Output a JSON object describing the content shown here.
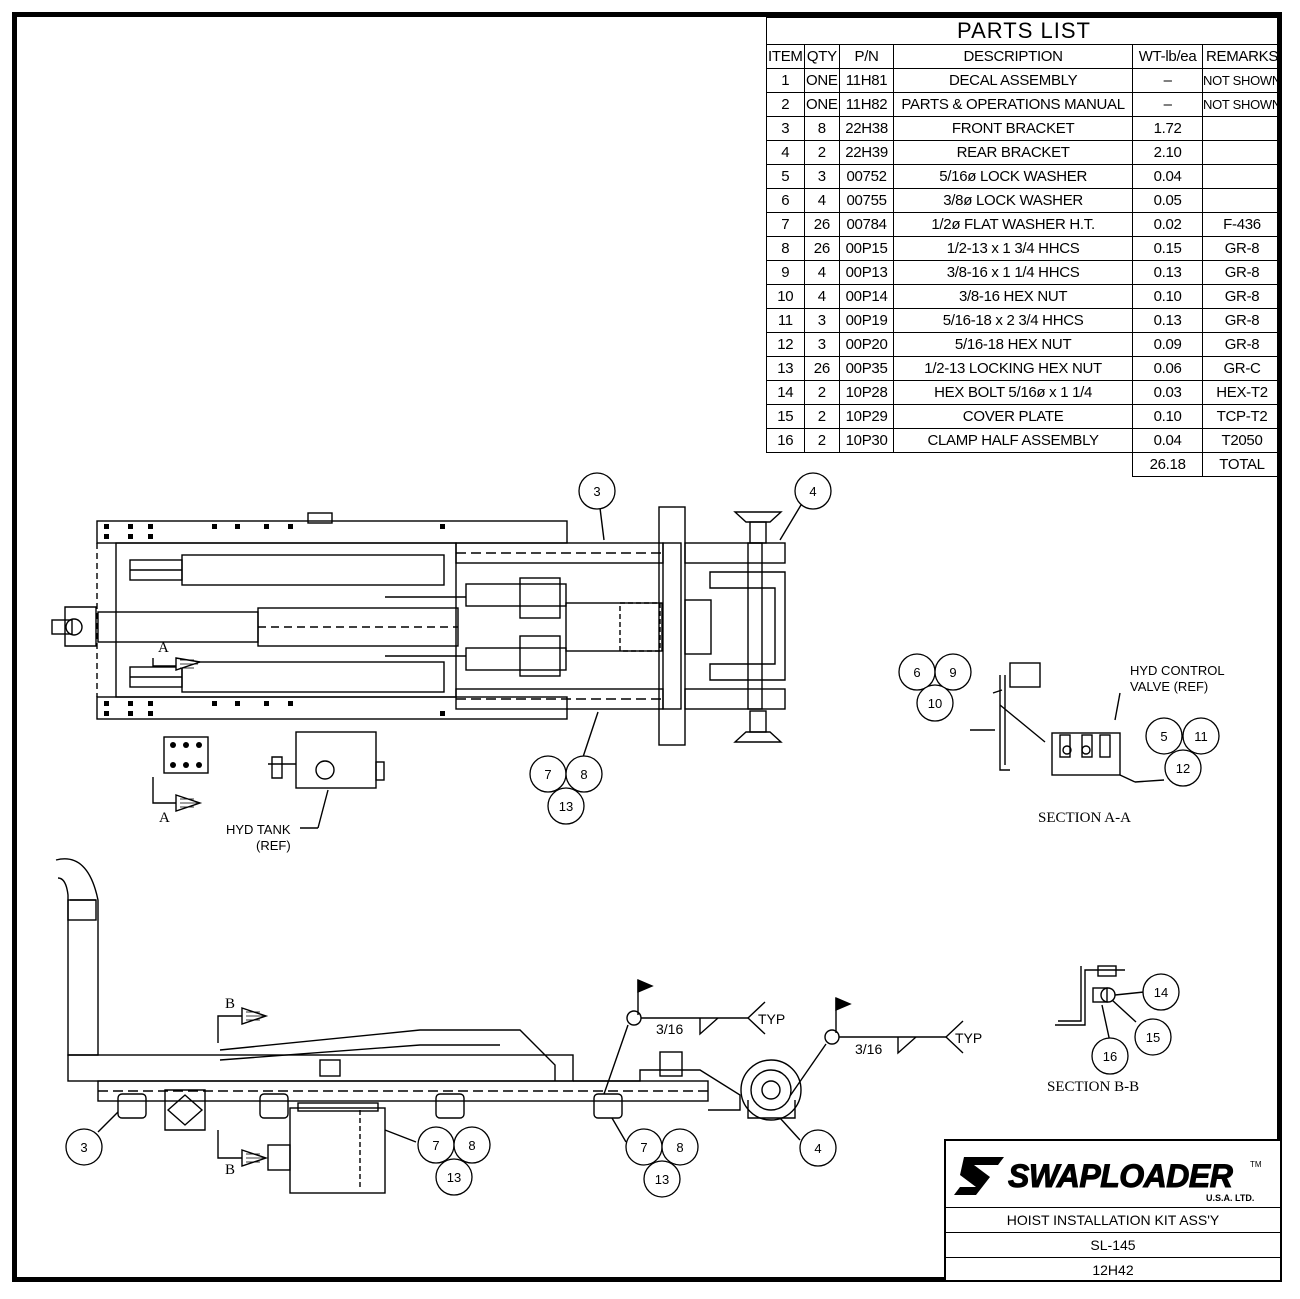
{
  "parts_list": {
    "title": "PARTS LIST",
    "columns": [
      "ITEM",
      "QTY",
      "P/N",
      "DESCRIPTION",
      "WT-lb/ea",
      "REMARKS"
    ],
    "rows": [
      [
        "1",
        "ONE",
        "11H81",
        "DECAL ASSEMBLY",
        "–",
        "NOT SHOWN"
      ],
      [
        "2",
        "ONE",
        "11H82",
        "PARTS & OPERATIONS MANUAL",
        "–",
        "NOT SHOWN"
      ],
      [
        "3",
        "8",
        "22H38",
        "FRONT BRACKET",
        "1.72",
        ""
      ],
      [
        "4",
        "2",
        "22H39",
        "REAR BRACKET",
        "2.10",
        ""
      ],
      [
        "5",
        "3",
        "00752",
        "5/16ø LOCK WASHER",
        "0.04",
        ""
      ],
      [
        "6",
        "4",
        "00755",
        "3/8ø LOCK WASHER",
        "0.05",
        ""
      ],
      [
        "7",
        "26",
        "00784",
        "1/2ø FLAT WASHER H.T.",
        "0.02",
        "F-436"
      ],
      [
        "8",
        "26",
        "00P15",
        "1/2-13 x 1 3/4 HHCS",
        "0.15",
        "GR-8"
      ],
      [
        "9",
        "4",
        "00P13",
        "3/8-16 x 1 1/4 HHCS",
        "0.13",
        "GR-8"
      ],
      [
        "10",
        "4",
        "00P14",
        "3/8-16 HEX NUT",
        "0.10",
        "GR-8"
      ],
      [
        "11",
        "3",
        "00P19",
        "5/16-18 x 2 3/4 HHCS",
        "0.13",
        "GR-8"
      ],
      [
        "12",
        "3",
        "00P20",
        "5/16-18 HEX NUT",
        "0.09",
        "GR-8"
      ],
      [
        "13",
        "26",
        "00P35",
        "1/2-13 LOCKING HEX NUT",
        "0.06",
        "GR-C"
      ],
      [
        "14",
        "2",
        "10P28",
        "HEX BOLT 5/16ø x 1 1/4",
        "0.03",
        "HEX-T2"
      ],
      [
        "15",
        "2",
        "10P29",
        "COVER PLATE",
        "0.10",
        "TCP-T2"
      ],
      [
        "16",
        "2",
        "10P30",
        "CLAMP HALF ASSEMBLY",
        "0.04",
        "T2050"
      ]
    ],
    "total_weight": "26.18",
    "total_label": "TOTAL"
  },
  "labels": {
    "hyd_tank_1": "HYD TANK",
    "hyd_tank_2": "(REF)",
    "hyd_valve_1": "HYD CONTROL",
    "hyd_valve_2": "VALVE (REF)",
    "section_aa": "SECTION A-A",
    "section_bb": "SECTION B-B",
    "arrow_a": "A",
    "arrow_b": "B",
    "weld_size": "3/16",
    "weld_typ": "TYP"
  },
  "balloons": {
    "b3": "3",
    "b4": "4",
    "b5": "5",
    "b6": "6",
    "b7": "7",
    "b8": "8",
    "b9": "9",
    "b10": "10",
    "b11": "11",
    "b12": "12",
    "b13": "13",
    "b14": "14",
    "b15": "15",
    "b16": "16"
  },
  "title_block": {
    "logo_text": "SWAPLOADER",
    "logo_tm": "TM",
    "logo_sub": "U.S.A.   LTD.",
    "title": "HOIST INSTALLATION KIT ASS'Y",
    "model": "SL-145",
    "drawing_number": "12H42"
  }
}
